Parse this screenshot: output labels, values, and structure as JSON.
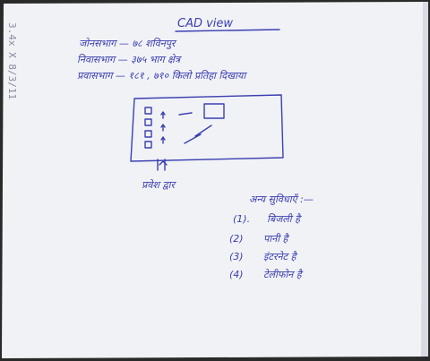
{
  "title": "CAD view",
  "margin_scribble": "3.4x X 8/3/11",
  "lines": [
    "जोनसभाग — ७८ शविनपुर",
    "निवासभाग — ३७५ भाग क्षेत्र",
    "प्रवासभाग — १८१ , ७१० किलो प्रतिहा दिखाया"
  ],
  "sketch": {
    "entrance_label": "प्रवेश द्वार"
  },
  "amenities_heading": "अन्य सुविधाएँ :—",
  "amenities": [
    {
      "num": "(1).",
      "text": "बिजली है"
    },
    {
      "num": "(2)",
      "text": "पानी है"
    },
    {
      "num": "(3)",
      "text": "इंटरनेट है"
    },
    {
      "num": "(4)",
      "text": "टेलीफोन है"
    }
  ],
  "colors": {
    "ink": "#3b3fb0",
    "paper": "#f1f2f6"
  }
}
